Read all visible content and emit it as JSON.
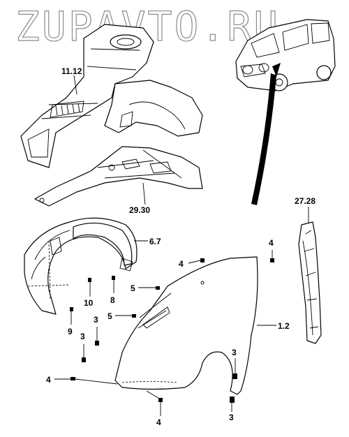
{
  "watermark": "ZUPAVTO.RU",
  "callouts": {
    "apron": "11.12",
    "reinforcement": "29.30",
    "liner": "6.7",
    "fender": "1.2",
    "side_panel": "27.28",
    "bolt_top_right": "4",
    "bolt_top_left": "4",
    "bolt_bottom": "4",
    "bolt_left": "4",
    "screw_upper": "5",
    "screw_lower": "5",
    "clip_left_upper": "3",
    "clip_left_lower": "3",
    "clip_right_upper": "3",
    "clip_right_lower": "3",
    "liner_fastener_8": "8",
    "liner_fastener_9": "9",
    "liner_fastener_10": "10"
  }
}
